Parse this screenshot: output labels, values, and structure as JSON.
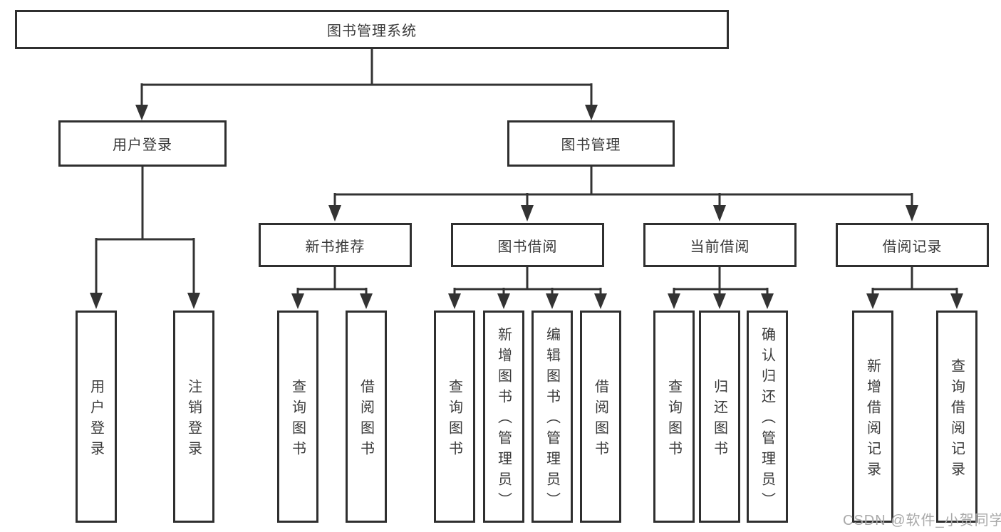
{
  "diagram": {
    "root": {
      "label": "图书管理系统"
    },
    "branches": [
      {
        "label": "用户登录",
        "children": [
          {
            "label": "用户登录"
          },
          {
            "label": "注销登录"
          }
        ]
      },
      {
        "label": "图书管理",
        "children": [
          {
            "label": "新书推荐",
            "children": [
              {
                "label": "查询图书"
              },
              {
                "label": "借阅图书"
              }
            ]
          },
          {
            "label": "图书借阅",
            "children": [
              {
                "label": "查询图书"
              },
              {
                "label": "新增图书（管理员）"
              },
              {
                "label": "编辑图书（管理员）"
              },
              {
                "label": "借阅图书"
              }
            ]
          },
          {
            "label": "当前借阅",
            "children": [
              {
                "label": "查询图书"
              },
              {
                "label": "归还图书"
              },
              {
                "label": "确认归还（管理员）"
              }
            ]
          },
          {
            "label": "借阅记录",
            "children": [
              {
                "label": "新增借阅记录"
              },
              {
                "label": "查询借阅记录"
              }
            ]
          }
        ]
      }
    ]
  },
  "watermark": "CSDN @软件_小贺同学",
  "colors": {
    "line": "#333333",
    "box_border": "#2f2f2f",
    "box_bg": "#ffffff",
    "text": "#3a3a3a",
    "watermark": "#a9a9a9"
  }
}
